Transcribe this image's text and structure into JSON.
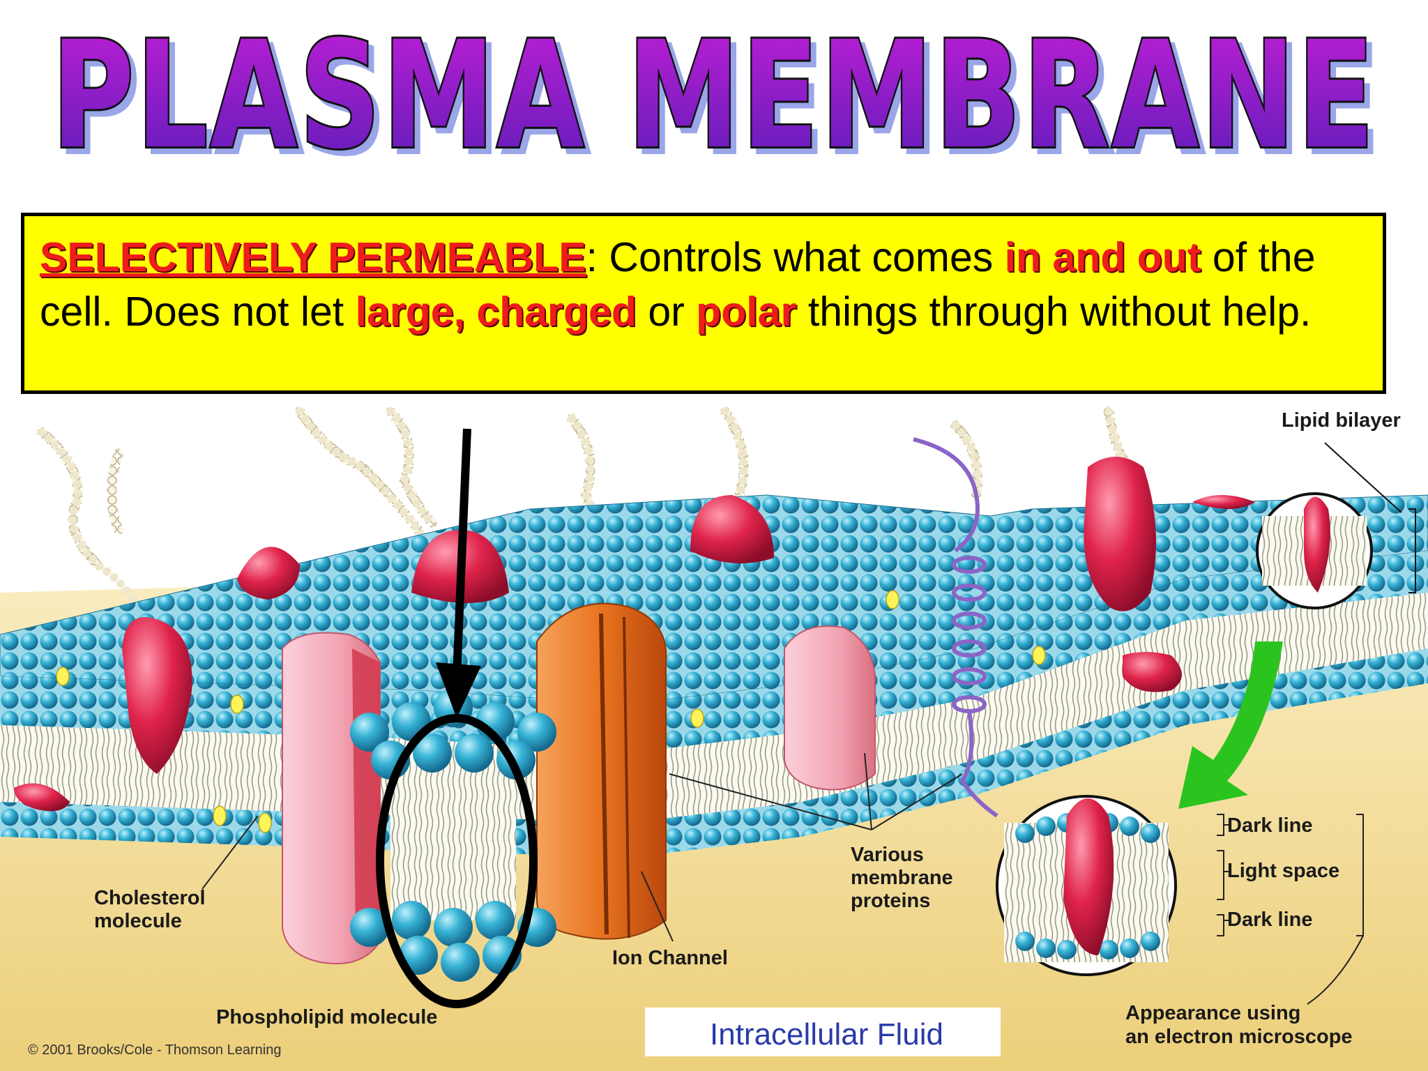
{
  "title": "PLASMA MEMBRANE",
  "definition": {
    "term": "SELECTIVELY PERMEABLE",
    "colon": ":",
    "text_1": "  Controls what comes ",
    "highlight_1": "in and out",
    "text_2": " of the cell.  Does not let ",
    "highlight_2": "large",
    "sep_1": ", ",
    "highlight_3": "charged",
    "text_3": " or ",
    "highlight_4": "polar",
    "text_4": " things through without help."
  },
  "diagram": {
    "labels": {
      "lipid_bilayer": "Lipid bilayer",
      "cholesterol_line1": "Cholesterol",
      "cholesterol_line2": "molecule",
      "phospholipid": "Phospholipid molecule",
      "ion_channel": "Ion Channel",
      "various_line1": "Various",
      "various_line2": "membrane",
      "various_line3": "proteins",
      "dark_line_1": "Dark line",
      "light_space": "Light space",
      "dark_line_2": "Dark line",
      "appearance_line1": "Appearance using",
      "appearance_line2": "an electron microscope",
      "intracellular": "Intracellular Fluid",
      "copyright": "© 2001 Brooks/Cole - Thomson Learning"
    }
  },
  "colors": {
    "title_top": "#c21fd6",
    "title_bottom": "#5a1cb8",
    "box_background": "#ffff00",
    "highlight_red": "#ee1c1c",
    "head_blue": "#2fa9cf",
    "protein_red": "#e0234a",
    "protein_orange": "#e8731f",
    "protein_pink": "#f2a3b3",
    "arrow_green": "#2bc41e",
    "fluid": "#f1d98c"
  }
}
